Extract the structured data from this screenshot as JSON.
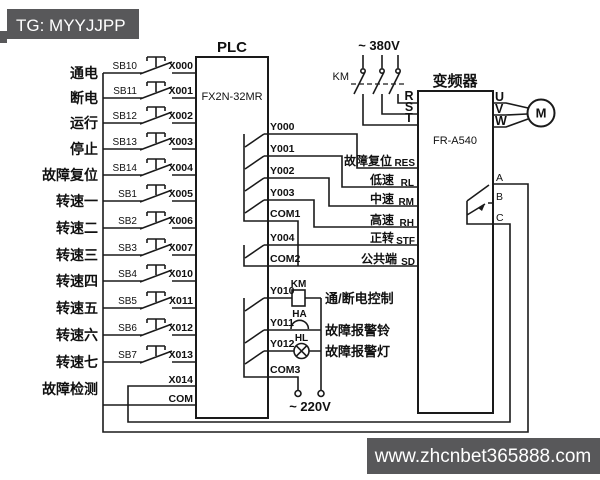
{
  "badge": {
    "text": "TG: MYYJJPP"
  },
  "watermark": {
    "text": "www.zhcnbet365888.com"
  },
  "colors": {
    "overlay_bg": "#58585a",
    "line": "#1a1a1a",
    "background": "#ffffff"
  },
  "plc": {
    "title": "PLC",
    "model": "FX2N-32MR"
  },
  "inputs": [
    {
      "label": "通电",
      "button": "SB10",
      "terminal": "X000"
    },
    {
      "label": "断电",
      "button": "SB11",
      "terminal": "X001"
    },
    {
      "label": "运行",
      "button": "SB12",
      "terminal": "X002"
    },
    {
      "label": "停止",
      "button": "SB13",
      "terminal": "X003"
    },
    {
      "label": "故障复位",
      "button": "SB14",
      "terminal": "X004"
    },
    {
      "label": "转速一",
      "button": "SB1",
      "terminal": "X005"
    },
    {
      "label": "转速二",
      "button": "SB2",
      "terminal": "X006"
    },
    {
      "label": "转速三",
      "button": "SB3",
      "terminal": "X007"
    },
    {
      "label": "转速四",
      "button": "SB4",
      "terminal": "X010"
    },
    {
      "label": "转速五",
      "button": "SB5",
      "terminal": "X011"
    },
    {
      "label": "转速六",
      "button": "SB6",
      "terminal": "X012"
    },
    {
      "label": "转速七",
      "button": "SB7",
      "terminal": "X013"
    }
  ],
  "fault_row": {
    "label": "故障检测",
    "terminal_x014": "X014",
    "terminal_com": "COM"
  },
  "plc_outputs": {
    "y000": "Y000",
    "y001": "Y001",
    "y002": "Y002",
    "y003": "Y003",
    "y004": "Y004",
    "com1": "COM1",
    "com2": "COM2",
    "y010": "Y010",
    "y011": "Y011",
    "y012": "Y012",
    "com3": "COM3"
  },
  "inverter": {
    "title": "变频器",
    "model": "FR-A540",
    "power_in": [
      "R",
      "S",
      "T"
    ],
    "power_out": [
      "U",
      "V",
      "W"
    ],
    "relay_out": [
      "A",
      "B",
      "C"
    ],
    "terminals": [
      {
        "name": "故障复位",
        "code": "RES"
      },
      {
        "name": "低速",
        "code": "RL"
      },
      {
        "name": "中速",
        "code": "RM"
      },
      {
        "name": "高速",
        "code": "RH"
      },
      {
        "name": "正转",
        "code": "STF"
      },
      {
        "name": "公共端",
        "code": "SD"
      }
    ]
  },
  "motor": {
    "label": "M"
  },
  "power": {
    "ac380": "~ 380V",
    "ac220": "~ 220V",
    "contactor": "KM"
  },
  "devices": [
    {
      "code": "KM",
      "desc": "通/断电控制"
    },
    {
      "code": "HA",
      "desc": "故障报警铃"
    },
    {
      "code": "HL",
      "desc": "故障报警灯"
    }
  ]
}
